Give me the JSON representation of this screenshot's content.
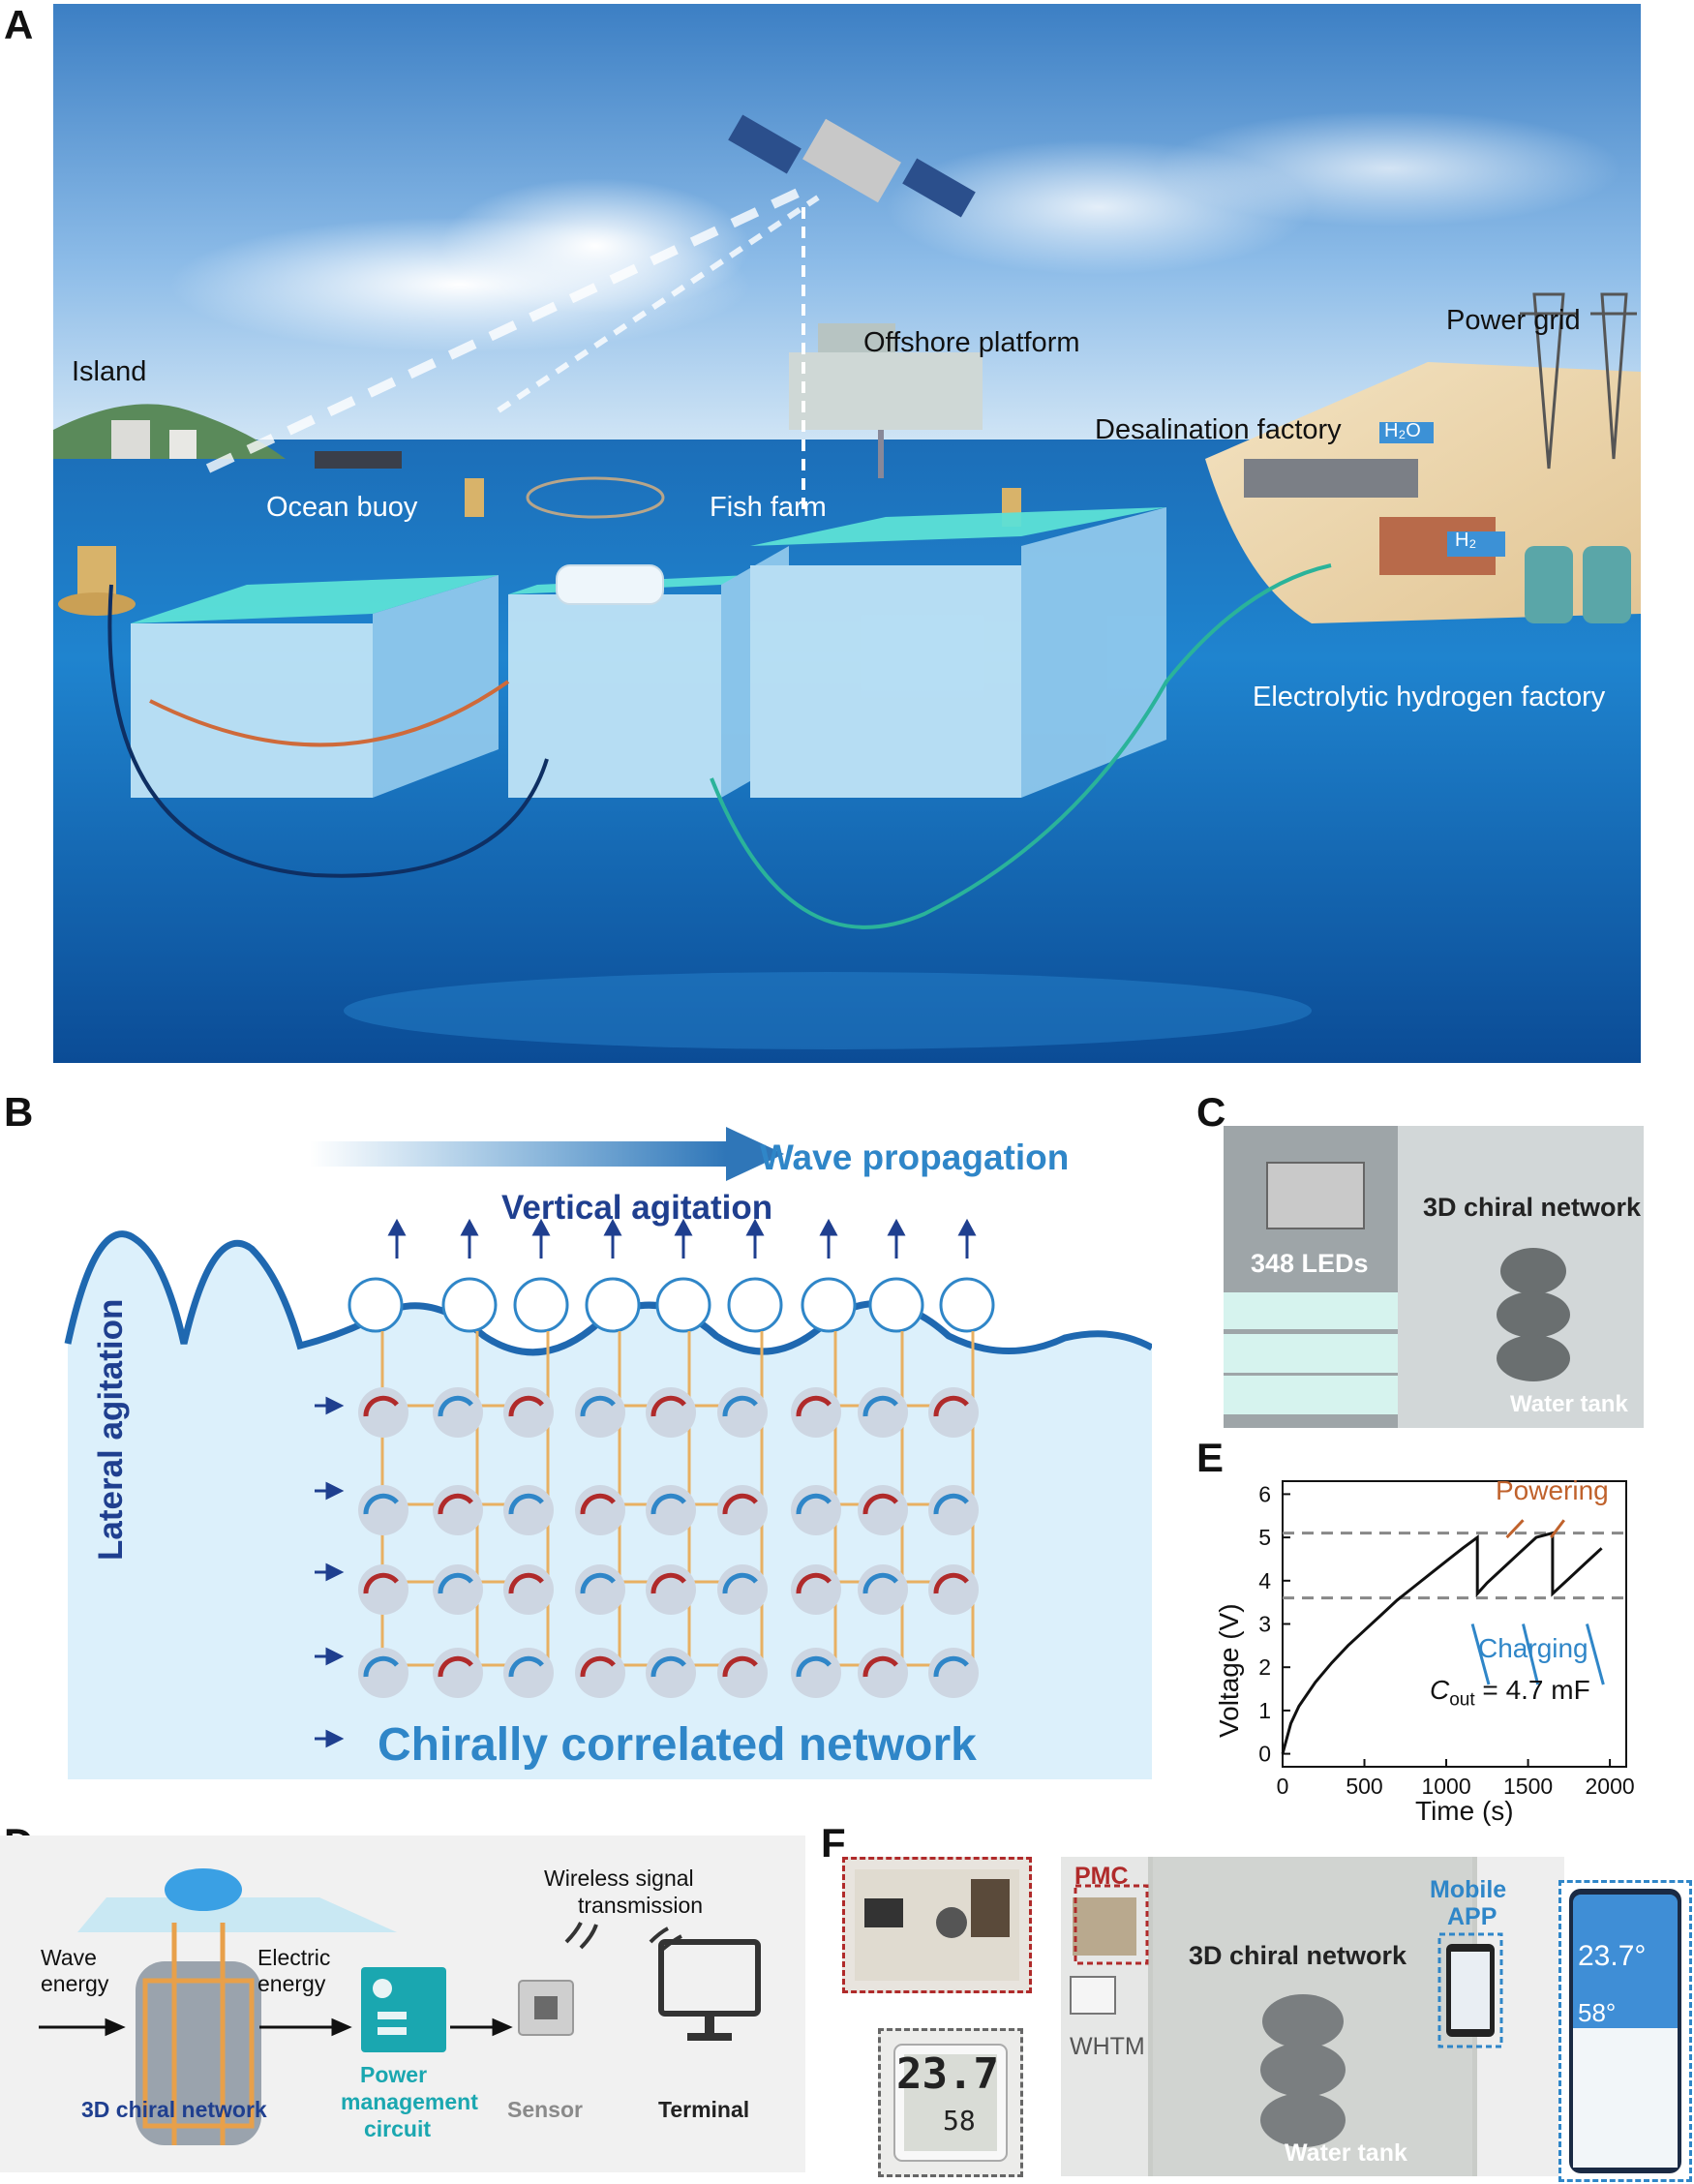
{
  "panels": {
    "a": "A",
    "b": "B",
    "c": "C",
    "d": "D",
    "e": "E",
    "f": "F"
  },
  "panel_a": {
    "island": "Island",
    "ocean_buoy": "Ocean buoy",
    "fish_farm": "Fish farm",
    "offshore_platform": "Offshore platform",
    "power_grid": "Power grid",
    "desalination": "Desalination factory",
    "h2o": "H₂O",
    "h2": "H₂",
    "hydrogen": "Electrolytic hydrogen factory"
  },
  "panel_b": {
    "wave_propagation": "Wave propagation",
    "vertical_agitation": "Vertical agitation",
    "lateral_agitation": "Lateral agitation",
    "network": "Chirally correlated network"
  },
  "panel_c": {
    "leds": "348 LEDs",
    "network": "3D chiral network",
    "tank": "Water tank"
  },
  "panel_d": {
    "wave_energy": [
      "Wave",
      "energy"
    ],
    "electric_energy": [
      "Electric",
      "energy"
    ],
    "wireless": [
      "Wireless signal",
      "transmission"
    ],
    "network": "3D chiral network",
    "pmc": [
      "Power",
      "management",
      "circuit"
    ],
    "sensor": "Sensor",
    "terminal": "Terminal"
  },
  "panel_f": {
    "pmc": "PMC",
    "whtm": "WHTM",
    "network": "3D chiral network",
    "mobile_app": [
      "Mobile",
      "APP"
    ],
    "tank": "Water tank",
    "display_temp": "23.7",
    "display_hum": "58",
    "phone_temp": "23.7°",
    "phone_hum": "58°"
  },
  "chart_data": {
    "type": "line",
    "xlabel": "Time (s)",
    "ylabel": "Voltage (V)",
    "xlim": [
      0,
      2100
    ],
    "ylim": [
      -0.3,
      6.3
    ],
    "xticks": [
      0,
      500,
      1000,
      1500,
      2000
    ],
    "yticks": [
      0,
      1,
      2,
      3,
      4,
      5,
      6
    ],
    "reference_lines": [
      5.1,
      3.6
    ],
    "series": [
      {
        "values_x": [
          0,
          50,
          100,
          200,
          300,
          400,
          500,
          600,
          700,
          800,
          900,
          1000,
          1100,
          1190,
          1190,
          1250,
          1350,
          1450,
          1550,
          1650,
          1650,
          1750,
          1850,
          1950
        ],
        "values_y": [
          0,
          0.7,
          1.1,
          1.65,
          2.1,
          2.5,
          2.85,
          3.2,
          3.55,
          3.85,
          4.15,
          4.45,
          4.75,
          5.0,
          3.7,
          3.95,
          4.3,
          4.65,
          5.0,
          5.1,
          3.7,
          4.05,
          4.4,
          4.75
        ]
      }
    ],
    "annotations": {
      "powering": "Powering",
      "charging": "Charging",
      "cout": "C",
      "cout_sub": "out",
      "cout_value": " = 4.7 mF"
    }
  },
  "colors": {
    "dark_blue": "#1f3f8f",
    "light_blue": "#2f86c8",
    "red": "#b02a2a",
    "orange": "#c0622c",
    "teal": "#1aa7b0"
  }
}
